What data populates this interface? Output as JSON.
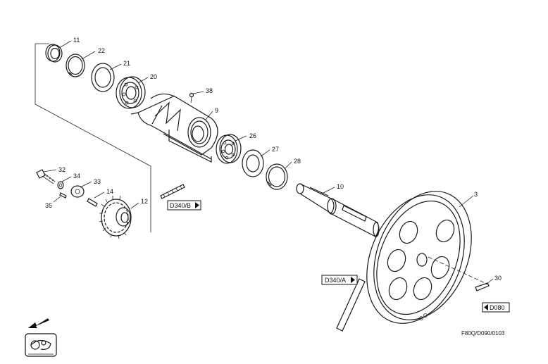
{
  "diagram_code": "F80Q/D090/0103",
  "part_labels": [
    {
      "id": "p11",
      "text": "11"
    },
    {
      "id": "p22",
      "text": "22"
    },
    {
      "id": "p21",
      "text": "21"
    },
    {
      "id": "p20",
      "text": "20"
    },
    {
      "id": "p38",
      "text": "38"
    },
    {
      "id": "p9",
      "text": "9"
    },
    {
      "id": "p26",
      "text": "26"
    },
    {
      "id": "p27",
      "text": "27"
    },
    {
      "id": "p28",
      "text": "28"
    },
    {
      "id": "p10",
      "text": "10"
    },
    {
      "id": "p3",
      "text": "3"
    },
    {
      "id": "p32",
      "text": "32"
    },
    {
      "id": "p34",
      "text": "34"
    },
    {
      "id": "p33",
      "text": "33"
    },
    {
      "id": "p14",
      "text": "14"
    },
    {
      "id": "p35",
      "text": "35"
    },
    {
      "id": "p12",
      "text": "12"
    },
    {
      "id": "p30",
      "text": "30"
    }
  ],
  "references": {
    "d340b": "D340/B",
    "d340a": "D340/A",
    "d080": "D080"
  },
  "icons": {
    "direction": "arrow-down-left-icon",
    "machine": "machine-thumbnail-icon"
  }
}
